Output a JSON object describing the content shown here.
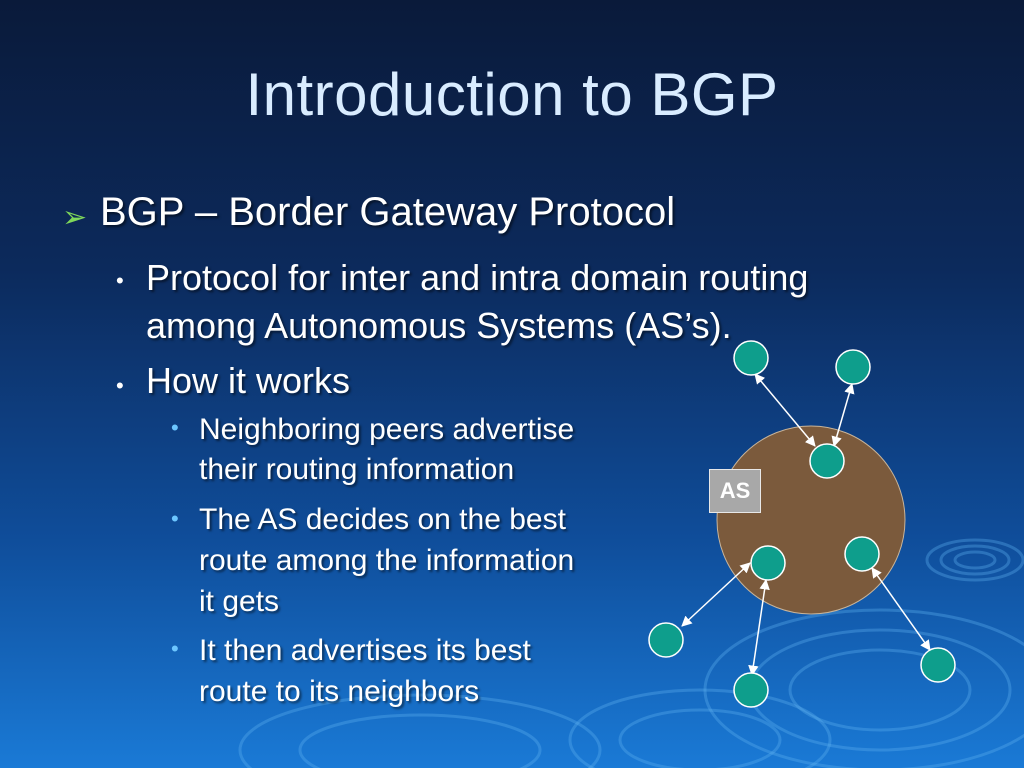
{
  "slide": {
    "title": "Introduction to BGP",
    "bullets": {
      "b1": "BGP – Border Gateway Protocol",
      "b1_1_line1": "Protocol for inter and intra domain routing",
      "b1_1_line2": "among Autonomous Systems (AS’s).",
      "b1_2": "How it works",
      "b1_2_1_line1": "Neighboring peers advertise",
      "b1_2_1_line2": "their routing information",
      "b1_2_2_line1": "The AS decides on the best",
      "b1_2_2_line2": "route among the information",
      "b1_2_2_line3": "it gets",
      "b1_2_3_line1": "It then advertises its best",
      "b1_2_3_line2": "route to its neighbors"
    },
    "markers": {
      "level1": "➢",
      "level2": "•",
      "level3": "•"
    }
  },
  "diagram": {
    "as_label": "AS",
    "colors": {
      "as_circle": "#7b5a3c",
      "node_fill": "#0e9e8c",
      "node_stroke": "#ffffff",
      "arrow": "#ffffff",
      "label_bg": "#a8a8a8"
    }
  }
}
